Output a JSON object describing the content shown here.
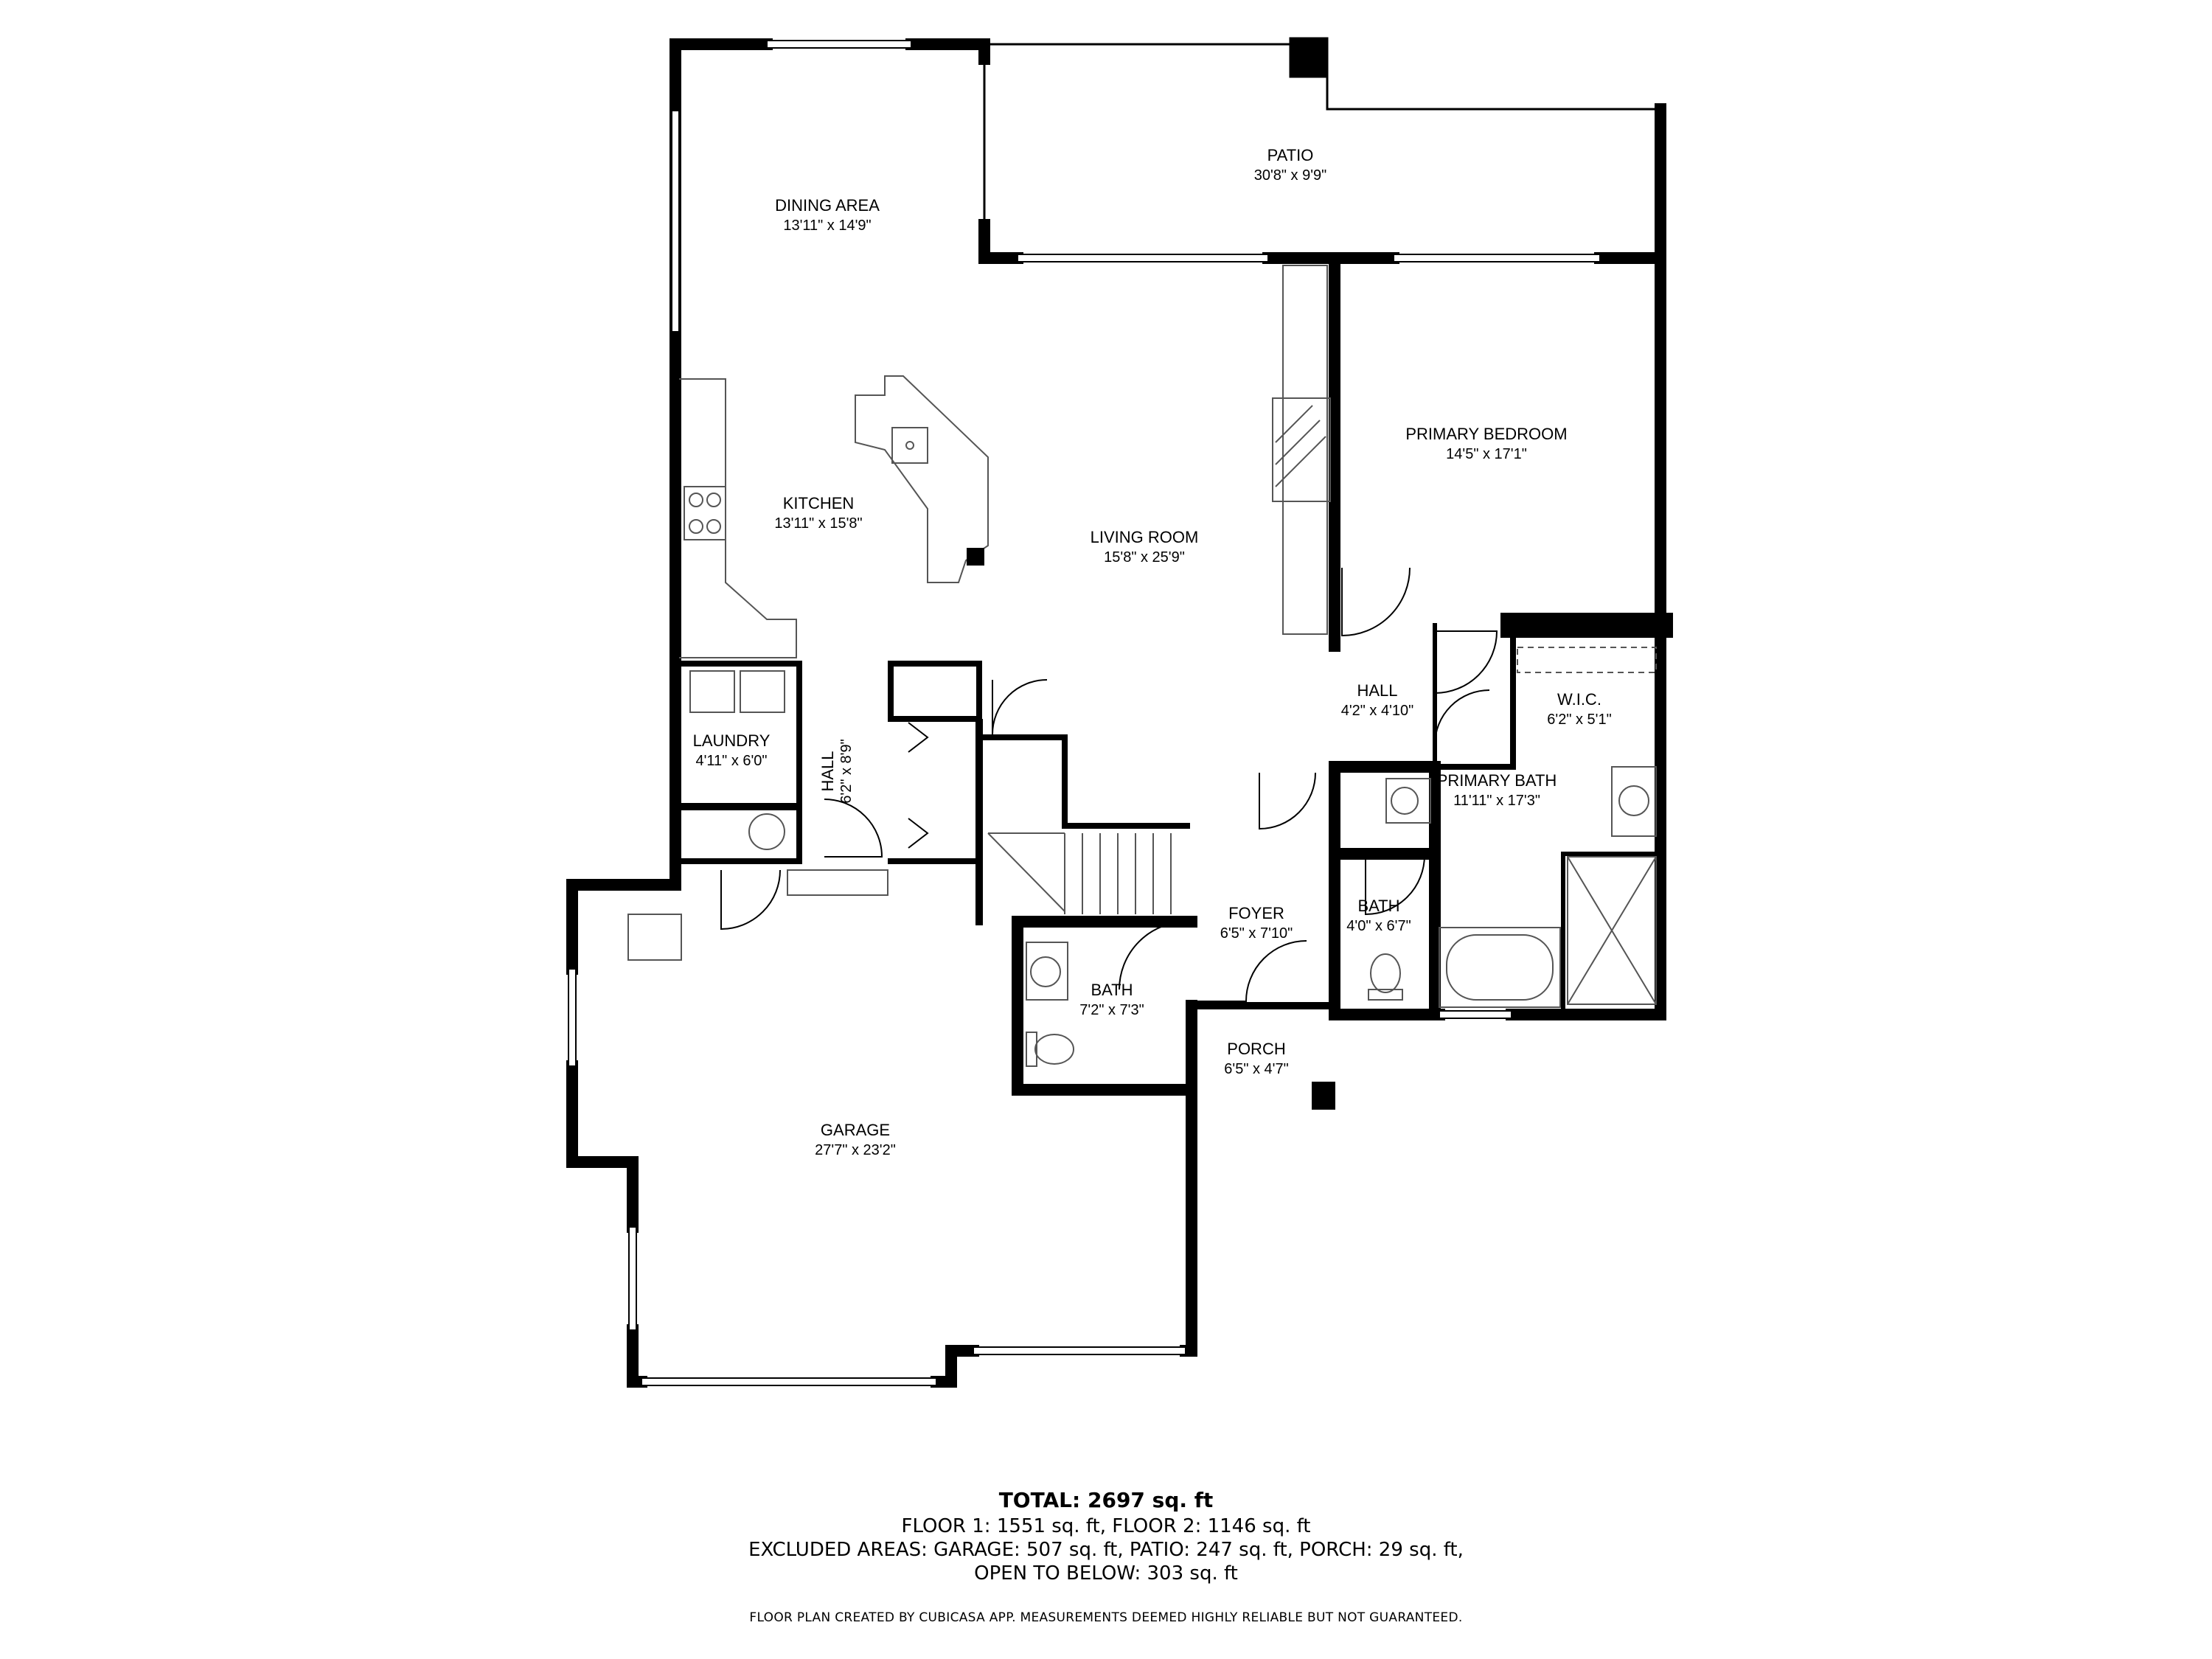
{
  "rooms": {
    "patio": {
      "name": "PATIO",
      "dim": "30'8\" x 9'9\""
    },
    "dining": {
      "name": "DINING AREA",
      "dim": "13'11\" x 14'9\""
    },
    "kitchen": {
      "name": "KITCHEN",
      "dim": "13'11\" x 15'8\""
    },
    "living": {
      "name": "LIVING ROOM",
      "dim": "15'8\" x 25'9\""
    },
    "primary_bed": {
      "name": "PRIMARY BEDROOM",
      "dim": "14'5\" x 17'1\""
    },
    "hall_upper": {
      "name": "HALL",
      "dim": "4'2\" x 4'10\""
    },
    "wic": {
      "name": "W.I.C.",
      "dim": "6'2\" x 5'1\""
    },
    "primary_bath": {
      "name": "PRIMARY BATH",
      "dim": "11'11\" x 17'3\""
    },
    "laundry": {
      "name": "LAUNDRY",
      "dim": "4'11\" x 6'0\""
    },
    "hall_lower": {
      "name": "HALL",
      "dim": "6'2\" x 8'9\""
    },
    "bath_small": {
      "name": "BATH",
      "dim": "4'0\" x 6'7\""
    },
    "foyer": {
      "name": "FOYER",
      "dim": "6'5\" x 7'10\""
    },
    "bath_mid": {
      "name": "BATH",
      "dim": "7'2\" x 7'3\""
    },
    "porch": {
      "name": "PORCH",
      "dim": "6'5\" x 4'7\""
    },
    "garage": {
      "name": "GARAGE",
      "dim": "27'7\" x 23'2\""
    }
  },
  "summary": {
    "total": "TOTAL: 2697 sq. ft",
    "line1": "FLOOR 1: 1551 sq. ft, FLOOR 2: 1146 sq. ft",
    "line2": "EXCLUDED AREAS: GARAGE: 507 sq. ft, PATIO: 247 sq. ft, PORCH: 29 sq. ft,",
    "line3": "OPEN TO BELOW: 303 sq. ft",
    "disclaimer": "FLOOR PLAN CREATED BY CUBICASA APP. MEASUREMENTS DEEMED HIGHLY RELIABLE BUT NOT GUARANTEED."
  },
  "colors": {
    "wall": "#000000",
    "fixture": "#555555",
    "background": "#ffffff"
  }
}
